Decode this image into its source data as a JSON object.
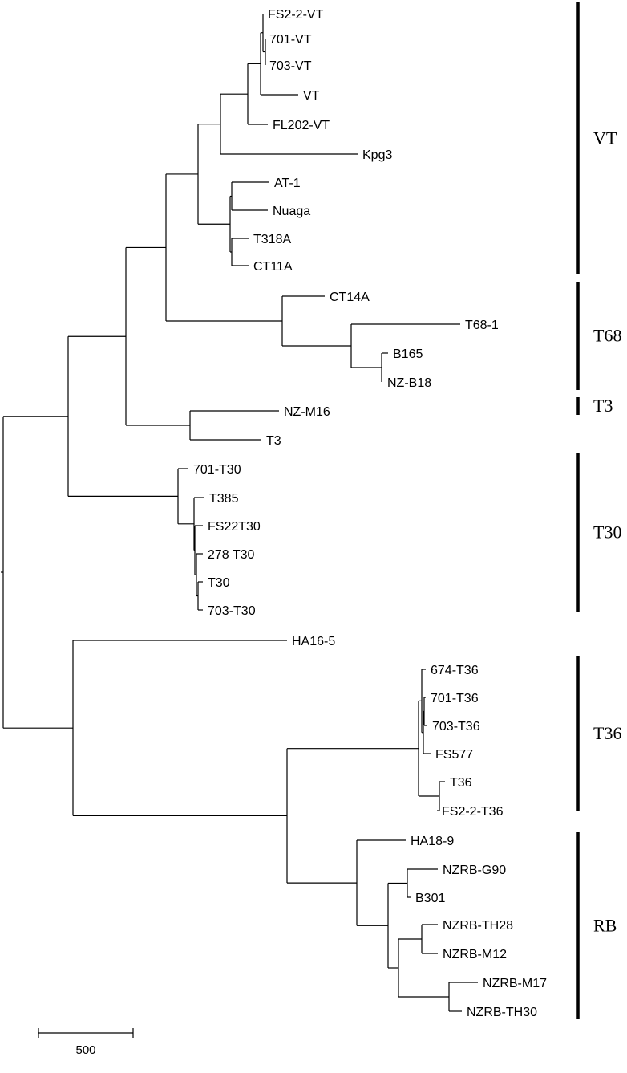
{
  "tree": {
    "leaves": [
      "FS2-2-VT",
      "701-VT",
      "703-VT",
      "VT",
      "FL202-VT",
      "Kpg3",
      "AT-1",
      "Nuaga",
      "T318A",
      "CT11A",
      "CT14A",
      "T68-1",
      "B165",
      "NZ-B18",
      "NZ-M16",
      "T3",
      "701-T30",
      "T385",
      "FS22T30",
      "278 T30",
      "T30",
      "703-T30",
      "HA16-5",
      "674-T36",
      "701-T36",
      "703-T36",
      "FS577",
      "T36",
      "FS2-2-T36",
      "HA18-9",
      "NZRB-G90",
      "B301",
      "NZRB-TH28",
      "NZRB-M12",
      "NZRB-M17",
      "NZRB-TH30"
    ],
    "clades": [
      "VT",
      "T68",
      "T3",
      "T30",
      "T36",
      "RB"
    ],
    "scale_bar_label": "500"
  }
}
